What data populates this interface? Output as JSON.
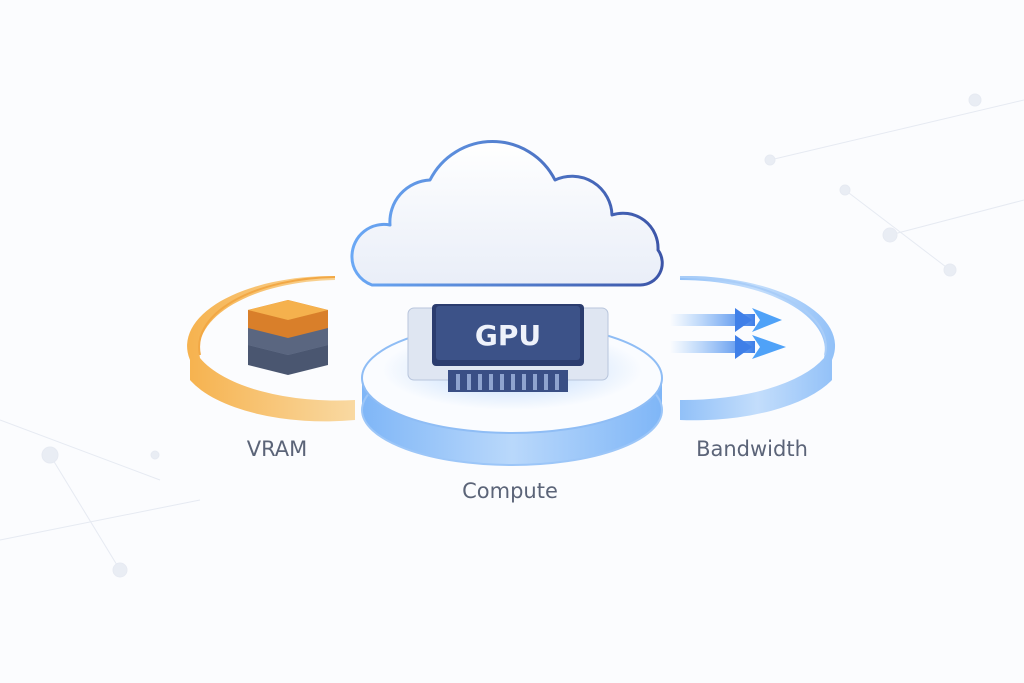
{
  "diagram": {
    "chip_label": "GPU",
    "labels": {
      "vram": "VRAM",
      "compute": "Compute",
      "bandwidth": "Bandwidth"
    },
    "colors": {
      "vram_accent": "#f2a845",
      "compute_accent": "#6aa8f5",
      "bandwidth_accent": "#5aa6f8",
      "cloud_outline": "#4a6fc0",
      "chip_face": "#3c5288",
      "label_text": "#5b6478"
    }
  }
}
